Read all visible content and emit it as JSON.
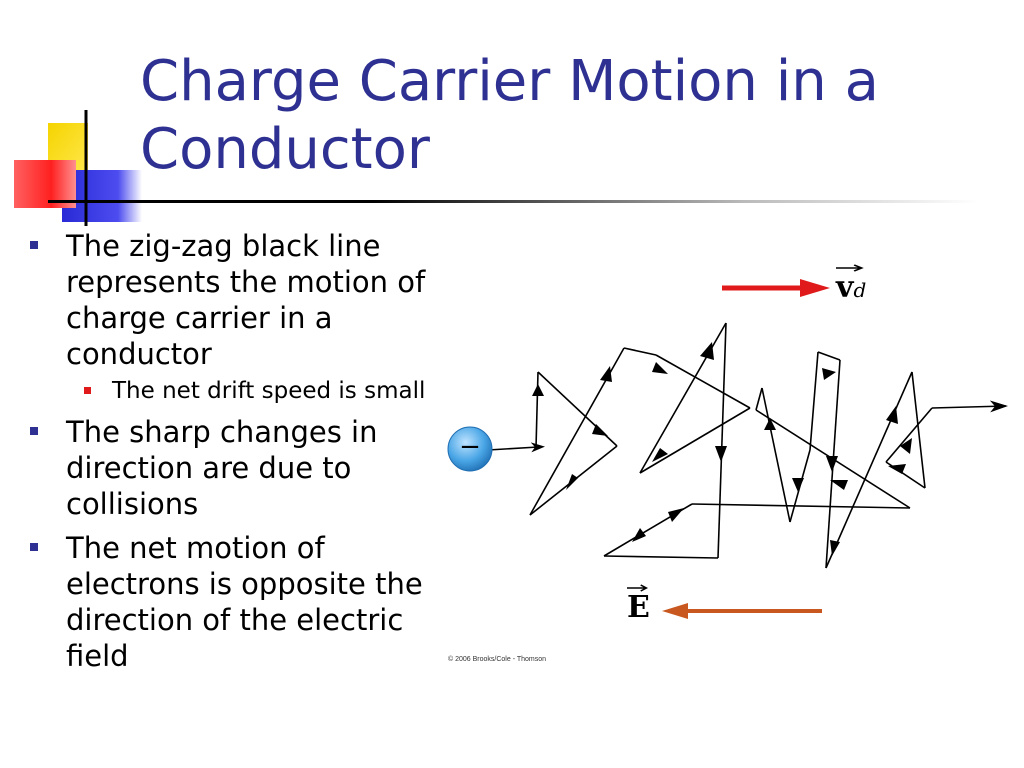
{
  "slide": {
    "title": "Charge Carrier Motion in a Conductor"
  },
  "bullets": [
    {
      "text": "The zig-zag black line represents the motion of charge carrier in a conductor",
      "sub": [
        "The net drift speed is small"
      ]
    },
    {
      "text": "The sharp changes in direction are due to collisions",
      "sub": []
    },
    {
      "text": "The net motion of electrons is opposite the direction of the electric field",
      "sub": []
    }
  ],
  "figure": {
    "electron_symbol": "−",
    "drift_velocity_symbol": "v",
    "drift_velocity_subscript": "d",
    "field_symbol": "E",
    "copyright": "© 2006 Brooks/Cole - Thomson",
    "colors": {
      "drift_arrow": "#e0191a",
      "field_arrow": "#c8581f",
      "electron": "#3a9ad9",
      "path": "#000000"
    }
  },
  "colors": {
    "title": "#2e3192",
    "bullet_primary": "#2e3192",
    "bullet_secondary": "#e0191a"
  }
}
